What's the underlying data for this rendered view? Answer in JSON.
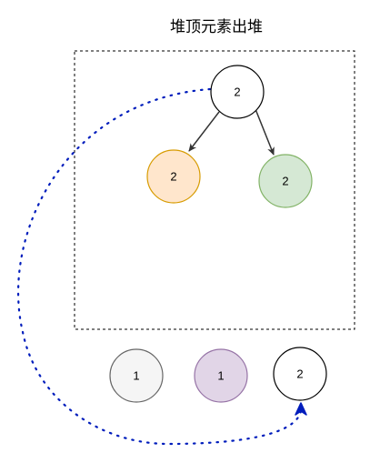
{
  "title": "堆顶元素出堆",
  "heap_tree": {
    "root": {
      "value": "2",
      "fill": "#ffffff",
      "stroke": "#000000"
    },
    "left_child": {
      "value": "2",
      "fill": "#ffe6cc",
      "stroke": "#d79b00"
    },
    "right_child": {
      "value": "2",
      "fill": "#d5e8d4",
      "stroke": "#82b366"
    }
  },
  "output_row": [
    {
      "value": "1",
      "fill": "#f5f5f5",
      "stroke": "#666666"
    },
    {
      "value": "1",
      "fill": "#e1d5e7",
      "stroke": "#9673a6"
    },
    {
      "value": "2",
      "fill": "#ffffff",
      "stroke": "#000000"
    }
  ],
  "colors": {
    "container_border": "#000000",
    "tree_edge": "#333333",
    "pop_arrow": "#001dbc"
  }
}
